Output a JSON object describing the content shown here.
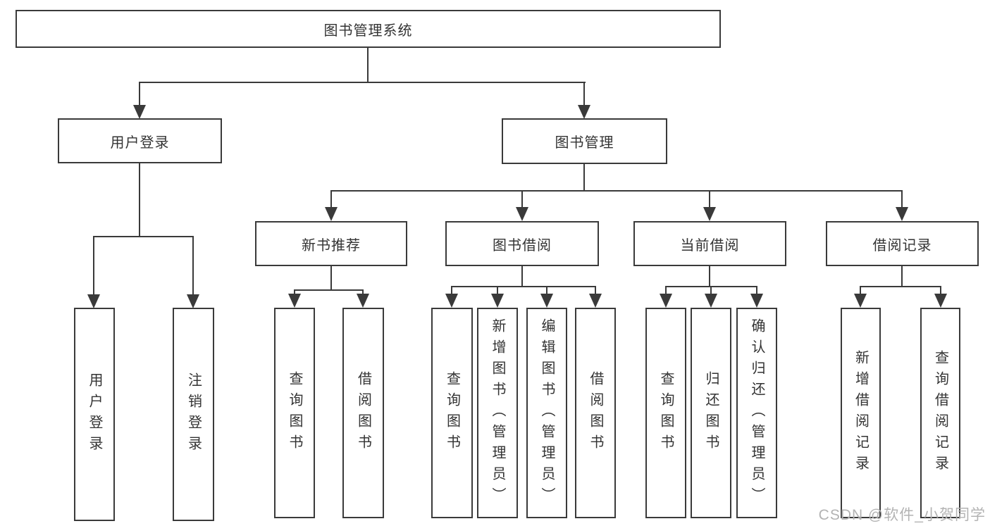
{
  "diagram": {
    "root": {
      "label": "图书管理系统"
    },
    "level2": [
      {
        "label": "用户登录"
      },
      {
        "label": "图书管理"
      }
    ],
    "level3": [
      {
        "label": "新书推荐"
      },
      {
        "label": "图书借阅"
      },
      {
        "label": "当前借阅"
      },
      {
        "label": "借阅记录"
      }
    ],
    "leaves": {
      "user_login": [
        {
          "label": "用户登录"
        },
        {
          "label": "注销登录"
        }
      ],
      "new_book_rec": [
        {
          "label": "查询图书"
        },
        {
          "label": "借阅图书"
        }
      ],
      "book_borrow": [
        {
          "label": "查询图书"
        },
        {
          "label": "新增图书（管理员）"
        },
        {
          "label": "编辑图书（管理员）"
        },
        {
          "label": "借阅图书"
        }
      ],
      "current_borrow": [
        {
          "label": "查询图书"
        },
        {
          "label": "归还图书"
        },
        {
          "label": "确认归还（管理员）"
        }
      ],
      "borrow_records": [
        {
          "label": "新增借阅记录"
        },
        {
          "label": "查询借阅记录"
        }
      ]
    },
    "watermark": "CSDN @软件_小贺同学",
    "colors": {
      "line": "#3a3a3a",
      "text": "#333333",
      "watermark": "#b3b3b3",
      "background": "#ffffff"
    }
  }
}
